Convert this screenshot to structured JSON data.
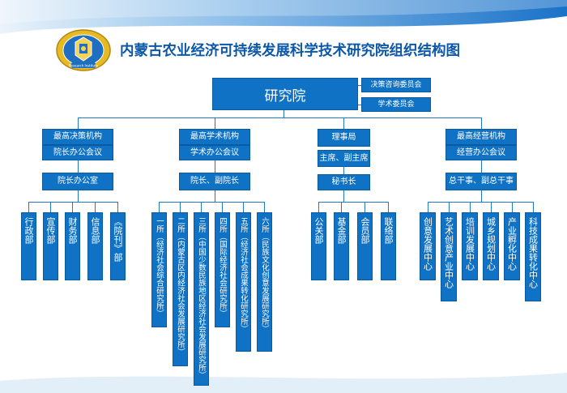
{
  "title": "内蒙古农业经济可持续发展科学技术研究院组织结构图",
  "logo": {
    "icon": "institute-seal-icon",
    "text": "Research Institute"
  },
  "colors": {
    "box": "#0f72c4",
    "line": "#1f78c8",
    "title": "#0b57a8",
    "band": "#1a72c8"
  },
  "root": {
    "label": "研究院"
  },
  "side": [
    "决策咨询委员会",
    "学术委员会"
  ],
  "branches": [
    {
      "head": "最高决策机构",
      "sub": "院长办公会议",
      "office": "院长办公室",
      "units": [
        "行政部",
        "宣传部",
        "财务部",
        "信息部",
        "《院刊》部"
      ]
    },
    {
      "head": "最高学术机构",
      "sub": "学术办公会议",
      "office": "院长、副院长",
      "units": [
        "一所（经济社会综合研究所）",
        "二所（内蒙古区内经济社会发展研究所）",
        "三所（中国少数民族地区经济社会发展研究所）",
        "四所（国际经济社会研究所）",
        "五所（经济社会成果转化研究所）",
        "六所（民族文化创意发展研究所）"
      ]
    },
    {
      "head": "理事局",
      "sub": "主席、副主席",
      "office": "秘书长",
      "units": [
        "公关部",
        "基金部",
        "会员部",
        "联络部"
      ]
    },
    {
      "head": "最高经营机构",
      "sub": "经营办公会议",
      "office": "总干事、副总干事",
      "units": [
        "创意发展中心",
        "艺术创意产业中心",
        "培训发展中心",
        "城乡规划中心",
        "产业孵化中心",
        "科技成果转化中心"
      ]
    }
  ]
}
